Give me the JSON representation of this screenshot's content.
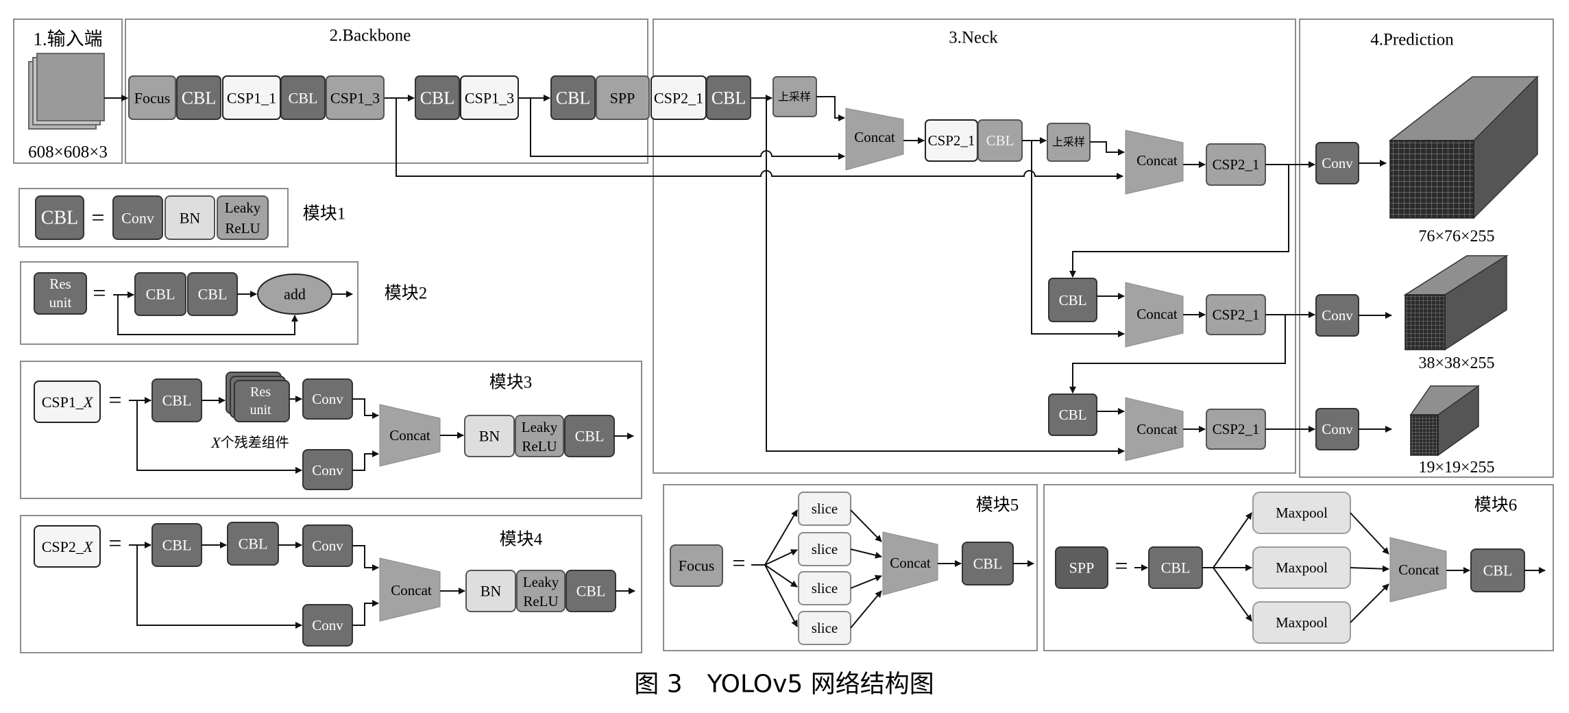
{
  "sections": {
    "input": "1.输入端",
    "backbone": "2.Backbone",
    "neck": "3.Neck",
    "prediction": "4.Prediction"
  },
  "input_size": "608×608×3",
  "nodes": {
    "focus": "Focus",
    "cbl": "CBL",
    "csp1_1": "CSP1_1",
    "csp1_3": "CSP1_3",
    "spp": "SPP",
    "csp2_1": "CSP2_1",
    "upsample": "上采样",
    "concat": "Concat",
    "conv": "Conv",
    "bn": "BN",
    "leaky_1": "Leaky",
    "leaky_2": "ReLU",
    "res_1": "Res",
    "res_2": "unit",
    "add": "add",
    "slice": "slice",
    "maxpool": "Maxpool",
    "csp1_x_prefix": "CSP1_",
    "csp2_x_prefix": "CSP2_",
    "x_var": "X",
    "equals": "="
  },
  "outputs": [
    "76×76×255",
    "38×38×255",
    "19×19×255"
  ],
  "modules": {
    "m1": "模块1",
    "m2": "模块2",
    "m3": "模块3",
    "m4": "模块4",
    "m5": "模块5",
    "m6": "模块6"
  },
  "x_residual_note": "个残差组件",
  "caption": "图 3　YOLOv5 网络结构图"
}
